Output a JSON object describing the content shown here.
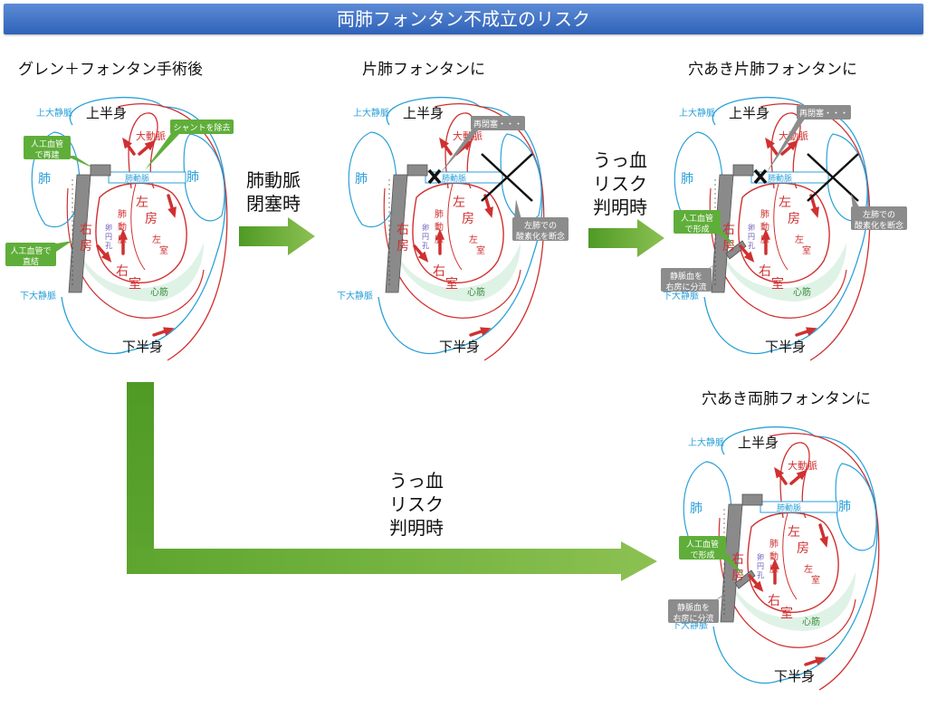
{
  "title": "両肺フォンタン不成立のリスク",
  "captions": {
    "p1": "グレン＋フォンタン手術後",
    "p2": "片肺フォンタンに",
    "p3": "穴あき片肺フォンタンに",
    "p4": "穴あき両肺フォンタンに"
  },
  "steps": {
    "s1": "肺動脈\n閉塞時",
    "s2": "うっ血\nリスク\n判明時",
    "s3": "うっ血\nリスク\n判明時"
  },
  "labels": {
    "upper_body": "上半身",
    "lower_body": "下半身",
    "svc": "上大静脈",
    "ivc": "下大静脈",
    "lung": "肺",
    "aorta": "大動脈",
    "pa": "肺動脈",
    "pa_v1": "肺",
    "pa_v2": "動",
    "pa_v3": "脈",
    "la1": "左",
    "la2": "房",
    "ra1": "右",
    "ra2": "房",
    "rv1": "右",
    "rv2": "室",
    "lv1": "左",
    "lv2": "室",
    "myocardium": "心筋",
    "foramen1": "卵",
    "foramen2": "円",
    "foramen3": "孔"
  },
  "callouts": {
    "c1": [
      "人工血管",
      "で再建"
    ],
    "c2": "シャントを除去",
    "c3": [
      "人工血管で",
      "直結"
    ],
    "c4": "再閉塞・・・",
    "c5": [
      "左肺での",
      "酸素化を断念"
    ],
    "c6": [
      "人工血管",
      "で形成"
    ],
    "c7": [
      "静脈血を",
      "右房に分流"
    ]
  },
  "colors": {
    "banner": "#3b6fc4",
    "red": "#d03030",
    "blue": "#2aa0d8",
    "gray": "#8a8a8a",
    "green_arrow": "#6aab2e",
    "callout_green": "#5fae3a",
    "callout_gray": "#8c8c8c",
    "myocardium": "#dff2e6"
  }
}
